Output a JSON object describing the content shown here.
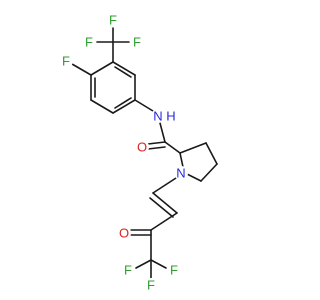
{
  "molecule": {
    "atoms": {
      "cf3_f1": {
        "symbol": "F",
        "color": "#2e9e2e"
      },
      "cf3_f2": {
        "symbol": "F",
        "color": "#2e9e2e"
      },
      "cf3_f3": {
        "symbol": "F",
        "color": "#2e9e2e"
      },
      "ar_f": {
        "symbol": "F",
        "color": "#2e9e2e"
      },
      "amide_n": {
        "symbol": "N",
        "color": "#2a2ae0"
      },
      "amide_h": {
        "symbol": "H",
        "color": "#2a2ae0"
      },
      "amide_o": {
        "symbol": "O",
        "color": "#e01f1f"
      },
      "ring_n": {
        "symbol": "N",
        "color": "#2a2ae0"
      },
      "ketone_o": {
        "symbol": "O",
        "color": "#e01f1f"
      },
      "tf_f1": {
        "symbol": "F",
        "color": "#2e9e2e"
      },
      "tf_f2": {
        "symbol": "F",
        "color": "#2e9e2e"
      },
      "tf_f3": {
        "symbol": "F",
        "color": "#2e9e2e"
      }
    }
  }
}
